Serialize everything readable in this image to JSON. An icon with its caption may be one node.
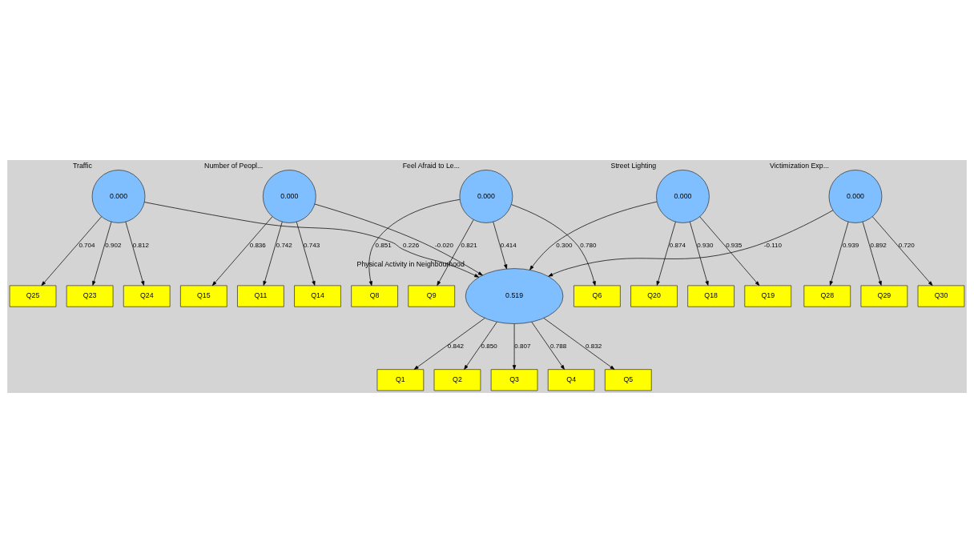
{
  "diagram": {
    "nodes": [
      {
        "text": [
          "Q1"
        ]
      },
      {
        "text": [
          "Q2"
        ]
      },
      {
        "text": [
          "Q3"
        ]
      },
      {
        "text": [
          "Q4"
        ]
      },
      {
        "text": [
          "Q5"
        ]
      },
      {
        "text": [
          "0.519"
        ],
        "beside": [
          "Physical Activity in Neighbourhood"
        ]
      },
      {
        "text": [
          "0.000"
        ],
        "beside": [
          "Traffic"
        ]
      },
      {
        "text": [
          "0.000"
        ],
        "beside": [
          "Number of Peopl..."
        ]
      },
      {
        "text": [
          "Q23"
        ]
      },
      {
        "text": [
          "Q24"
        ]
      },
      {
        "text": [
          "Q25"
        ]
      },
      {
        "text": [
          "Q11"
        ]
      },
      {
        "text": [
          "Q14"
        ]
      },
      {
        "text": [
          "Q15"
        ]
      },
      {
        "text": [
          "0.000"
        ],
        "beside": [
          "Feel Afraid to Le..."
        ]
      },
      {
        "text": [
          "0.000"
        ],
        "beside": [
          "Street Lighting"
        ]
      },
      {
        "text": [
          "0.000"
        ],
        "beside": [
          "Victimization Exp..."
        ]
      },
      {
        "text": [
          "Q6"
        ]
      },
      {
        "text": [
          "Q8"
        ]
      },
      {
        "text": [
          "Q9"
        ]
      },
      {
        "text": [
          "Q28"
        ]
      },
      {
        "text": [
          "Q29"
        ]
      },
      {
        "text": [
          "Q30"
        ]
      },
      {
        "text": [
          "Q18"
        ]
      },
      {
        "text": [
          "Q19"
        ]
      },
      {
        "text": [
          "Q20"
        ]
      }
    ],
    "edges": [
      {
        "from": 5,
        "to": 0,
        "arrow": "to",
        "label": "0.842"
      },
      {
        "from": 5,
        "to": 1,
        "arrow": "to",
        "label": "0.850"
      },
      {
        "from": 5,
        "to": 2,
        "arrow": "to",
        "label": "0.807"
      },
      {
        "from": 5,
        "to": 3,
        "arrow": "to",
        "label": "0.788"
      },
      {
        "from": 5,
        "to": 4,
        "arrow": "to",
        "label": "0.832"
      },
      {
        "from": 6,
        "to": 8,
        "arrow": "to",
        "label": "0.902"
      },
      {
        "from": 6,
        "to": 9,
        "arrow": "to",
        "label": "0.812"
      },
      {
        "from": 6,
        "to": 10,
        "arrow": "to",
        "label": "0.704"
      },
      {
        "from": 6,
        "to": 5,
        "arrow": "to",
        "label": "0.226"
      },
      {
        "from": 7,
        "to": 5,
        "arrow": "to",
        "label": "-0.020"
      },
      {
        "from": 7,
        "to": 11,
        "arrow": "to",
        "label": "0.742"
      },
      {
        "from": 7,
        "to": 12,
        "arrow": "to",
        "label": "0.743"
      },
      {
        "from": 7,
        "to": 13,
        "arrow": "to",
        "label": "0.836"
      },
      {
        "from": 14,
        "to": 5,
        "arrow": "to",
        "label": "0.414"
      },
      {
        "from": 15,
        "to": 5,
        "arrow": "to",
        "label": "0.300"
      },
      {
        "from": 16,
        "to": 5,
        "arrow": "to",
        "label": "-0.110"
      },
      {
        "from": 14,
        "to": 17,
        "arrow": "to",
        "label": "0.780"
      },
      {
        "from": 14,
        "to": 18,
        "arrow": "to",
        "label": "0.851"
      },
      {
        "from": 14,
        "to": 19,
        "arrow": "to",
        "label": "0.821"
      },
      {
        "from": 16,
        "to": 20,
        "arrow": "to",
        "label": "0.939"
      },
      {
        "from": 16,
        "to": 21,
        "arrow": "to",
        "label": "0.892"
      },
      {
        "from": 16,
        "to": 22,
        "arrow": "to",
        "label": "0.720"
      },
      {
        "from": 15,
        "to": 23,
        "arrow": "to",
        "label": "0.930"
      },
      {
        "from": 15,
        "to": 24,
        "arrow": "to",
        "label": "0.935"
      },
      {
        "from": 15,
        "to": 25,
        "arrow": "to",
        "label": "0.874"
      }
    ]
  }
}
